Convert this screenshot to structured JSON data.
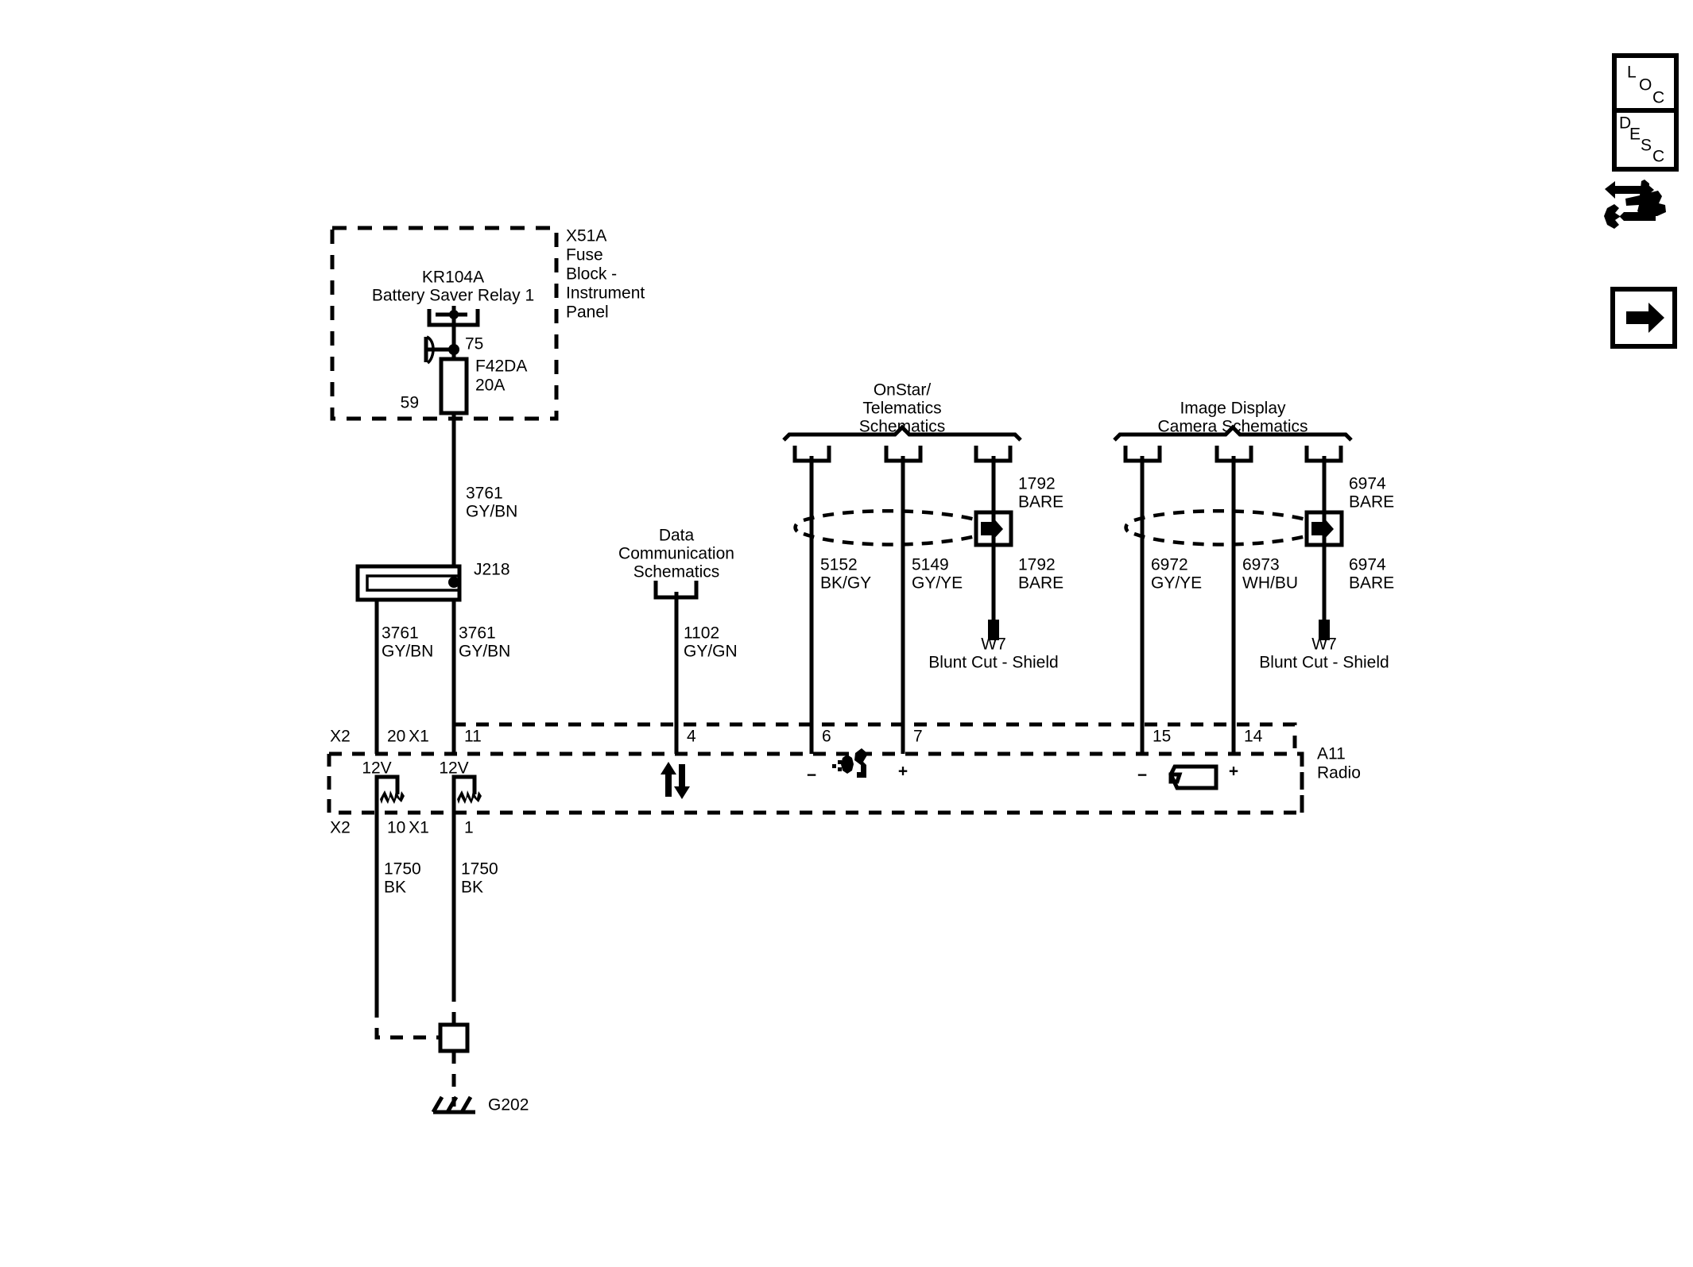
{
  "document": {
    "type": "automotive-wiring-schematic",
    "title": "Radio A11 Power, Ground, Microphone and Camera Circuits"
  },
  "toolbar": {
    "buttons": [
      {
        "name": "loc-button",
        "label": "LOC",
        "letters": [
          "L",
          "O",
          "C"
        ]
      },
      {
        "name": "desc-button",
        "label": "DESC",
        "letters": [
          "D",
          "E",
          "S",
          "C"
        ]
      },
      {
        "name": "tools-icon",
        "label": "Tools"
      },
      {
        "name": "next-button",
        "label": "Next"
      }
    ]
  },
  "fuse_block": {
    "id": "X51A",
    "name_lines": [
      "X51A",
      "Fuse",
      "Block -",
      "Instrument",
      "Panel"
    ],
    "relay": {
      "id": "KR104A",
      "name": "Battery Saver Relay 1",
      "terminal": "75"
    },
    "fuse": {
      "id": "F42DA",
      "rating": "20A",
      "cavity": "59"
    }
  },
  "splice": {
    "id": "J218"
  },
  "ground": {
    "id": "G202"
  },
  "reference_blocks": [
    {
      "name": "onstar-telematics",
      "title_lines": [
        "OnStar/",
        "Telematics",
        "Schematics"
      ],
      "terminals": 3
    },
    {
      "name": "image-display-camera",
      "title_lines": [
        "Image Display",
        "Camera Schematics"
      ],
      "terminals": 3
    },
    {
      "name": "data-communication",
      "title_lines": [
        "Data",
        "Communication",
        "Schematics"
      ],
      "terminals": 1
    }
  ],
  "wires": [
    {
      "name": "relay-to-splice",
      "circuit": "3761",
      "color": "GY/BN"
    },
    {
      "name": "splice-left-leg",
      "circuit": "3761",
      "color": "GY/BN"
    },
    {
      "name": "splice-right-leg",
      "circuit": "3761",
      "color": "GY/BN"
    },
    {
      "name": "data-bus",
      "circuit": "1102",
      "color": "GY/GN"
    },
    {
      "name": "mic-low",
      "circuit": "5152",
      "color": "BK/GY"
    },
    {
      "name": "mic-high",
      "circuit": "5149",
      "color": "GY/YE"
    },
    {
      "name": "mic-shield-upper",
      "circuit": "1792",
      "color": "BARE"
    },
    {
      "name": "mic-shield-lower",
      "circuit": "1792",
      "color": "BARE"
    },
    {
      "name": "camera-low",
      "circuit": "6972",
      "color": "GY/YE"
    },
    {
      "name": "camera-high",
      "circuit": "6973",
      "color": "WH/BU"
    },
    {
      "name": "camera-shield-upper",
      "circuit": "6974",
      "color": "BARE"
    },
    {
      "name": "camera-shield-lower",
      "circuit": "6974",
      "color": "BARE"
    },
    {
      "name": "ground-left",
      "circuit": "1750",
      "color": "BK"
    },
    {
      "name": "ground-right",
      "circuit": "1750",
      "color": "BK"
    }
  ],
  "shield_terminations": [
    {
      "name": "mic-shield-drain",
      "id": "W7",
      "text": "Blunt Cut - Shield"
    },
    {
      "name": "camera-shield-drain",
      "id": "W7",
      "text": "Blunt Cut - Shield"
    }
  ],
  "radio": {
    "id": "A11",
    "name": "Radio",
    "top_pins": [
      {
        "connector": "X2",
        "pin": "20",
        "voltage": "12V"
      },
      {
        "connector": "X1",
        "pin": "11",
        "voltage": "12V"
      },
      {
        "connector": "",
        "pin": "4",
        "voltage": ""
      },
      {
        "connector": "",
        "pin": "6",
        "voltage": ""
      },
      {
        "connector": "",
        "pin": "7",
        "voltage": ""
      },
      {
        "connector": "",
        "pin": "15",
        "voltage": ""
      },
      {
        "connector": "",
        "pin": "14",
        "voltage": ""
      }
    ],
    "bottom_pins": [
      {
        "connector": "X2",
        "pin": "10"
      },
      {
        "connector": "X1",
        "pin": "1"
      }
    ],
    "internal_symbols": [
      {
        "name": "bidirectional-data-arrows-icon",
        "pins": [
          "4"
        ]
      },
      {
        "name": "microphone-icon",
        "minus": "−",
        "plus": "+",
        "pins": [
          "6",
          "7"
        ]
      },
      {
        "name": "camera-icon",
        "minus": "−",
        "plus": "+",
        "pins": [
          "15",
          "14"
        ]
      }
    ]
  },
  "colors": {
    "line": "#000000",
    "background": "#ffffff"
  }
}
